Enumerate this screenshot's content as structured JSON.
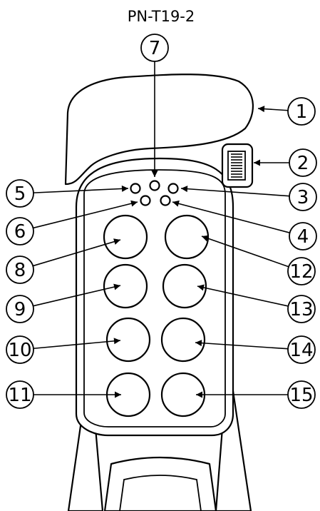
{
  "model": "PN-T19-2",
  "callouts": [
    "1",
    "2",
    "3",
    "4",
    "5",
    "6",
    "7",
    "8",
    "9",
    "10",
    "11",
    "12",
    "13",
    "14",
    "15"
  ],
  "colors": {
    "stroke": "#000000",
    "fill": "#ffffff"
  }
}
